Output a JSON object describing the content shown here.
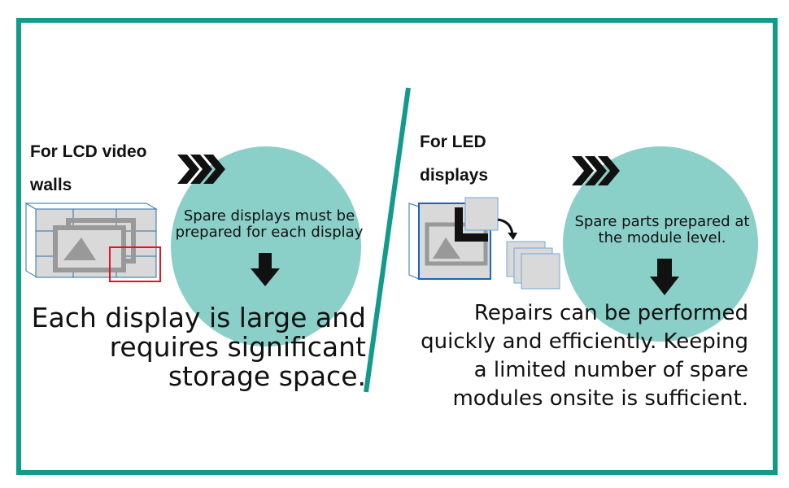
{
  "lcd": {
    "heading_line1": "For LCD video",
    "heading_line2": "walls",
    "circle_line1": "Spare displays must be",
    "circle_line2": "prepared for each display",
    "result_line1": "Each display is large and",
    "result_line2": "requires significant",
    "result_line3": "storage space."
  },
  "led": {
    "heading_line1": "For LED",
    "heading_line2": "displays",
    "circle_line1": "Spare parts prepared at",
    "circle_line2": "the module level.",
    "result_line1": "Repairs can be performed",
    "result_line2": "quickly and efficiently. Keeping",
    "result_line3": "a limited number of spare",
    "result_line4": "modules onsite is sufficient."
  },
  "colors": {
    "border": "#129a8a",
    "circle": "#8acfc8",
    "highlight": "#e8141b"
  }
}
